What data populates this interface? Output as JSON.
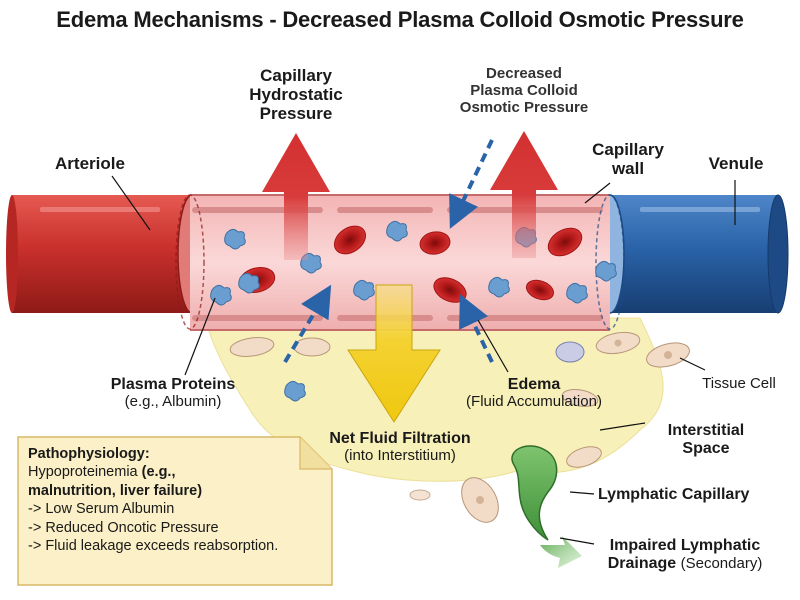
{
  "title": "Edema Mechanisms - Decreased Plasma Colloid Osmotic Pressure",
  "labels": {
    "capillary_hydrostatic": [
      "Capillary",
      "Hydrostatic",
      "Pressure"
    ],
    "decreased_colloid": [
      "Decreased",
      "Plasma Colloid",
      "Osmotic Pressure"
    ],
    "arteriole": "Arteriole",
    "capillary_wall": [
      "Capillary",
      "wall"
    ],
    "venule": "Venule",
    "plasma_proteins": "Plasma Proteins",
    "plasma_proteins_sub": "(e.g., Albumin)",
    "edema": "Edema",
    "edema_sub": "(Fluid Accumulation)",
    "tissue_cell": "Tissue Cell",
    "net_filtration": "Net Fluid Filtration",
    "net_filtration_sub": "(into Interstitium)",
    "interstitial": [
      "Interstitial",
      "Space"
    ],
    "lymphatic_capillary": "Lymphatic Capillary",
    "impaired_lymphatic": "Impaired Lymphatic",
    "drainage": "Drainage",
    "drainage_sub": "(Secondary)"
  },
  "note": {
    "heading": "Pathophysiology:",
    "line1_normal": "Hypoproteinemia ",
    "line1_bold": "(e.g.,",
    "line2_bold": "malnutrition, liver failure)",
    "line3": "-> Low Serum Albumin",
    "line4": "-> Reduced Oncotic Pressure",
    "line5": "-> Fluid leakage exceeds reabsorption."
  },
  "colors": {
    "arteriole": "#c9302c",
    "venule": "#2a63a8",
    "capillary": "#f6c3c3",
    "rbc": "#c41e1e",
    "protein": "#6b9ed0",
    "interstitial": "#f7f0b8",
    "yellow_arrow": "#f2cf1f",
    "red_arrow": "#d83b3b",
    "lymphatic": "#5aa84e",
    "note_bg": "#fbf0c7",
    "note_border": "#d8b866"
  }
}
